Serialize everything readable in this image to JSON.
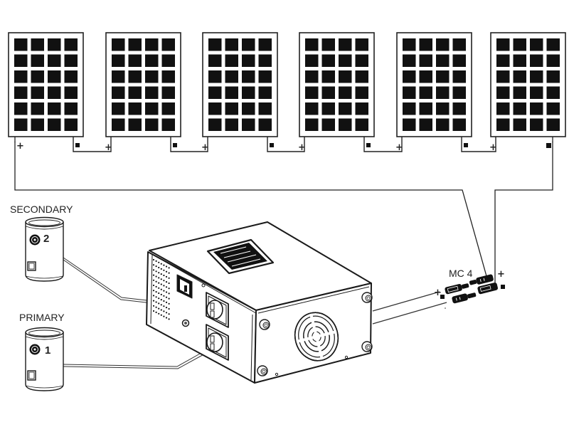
{
  "diagram": {
    "title": "Solar PV water heater wiring diagram",
    "colors": {
      "line": "#222222",
      "cell": "#111111",
      "background": "#ffffff",
      "outline": "#1a1a1a"
    },
    "solar_array": {
      "panel_count": 6,
      "cell_columns": 4,
      "cell_rows": 6,
      "connection": "series",
      "polarity_symbols": {
        "positive": "+",
        "negative": "■"
      }
    },
    "labels": {
      "secondary_tank": "SECONDARY",
      "primary_tank": "PRIMARY",
      "secondary_number": "2",
      "primary_number": "1",
      "connector": "MC 4"
    },
    "tanks": [
      {
        "role": "secondary",
        "label": "SECONDARY",
        "number": "2",
        "connected_outlet": "upper"
      },
      {
        "role": "primary",
        "label": "PRIMARY",
        "number": "1",
        "connected_outlet": "lower"
      }
    ],
    "controller": {
      "outlets": 2,
      "power_switch": true,
      "fan_grille": true,
      "top_label_plate": true
    },
    "mc4": {
      "array_side": {
        "positive": "+",
        "negative": "■"
      },
      "controller_side": {
        "positive": "+",
        "negative": "■"
      }
    },
    "icons": {
      "panel": "solar-panel-icon",
      "tank": "water-heater-tank-icon",
      "controller": "solar-controller-box-icon",
      "connector": "mc4-connector-icon",
      "fan": "fan-grille-icon",
      "outlet": "power-outlet-icon",
      "switch": "rocker-switch-icon"
    }
  }
}
